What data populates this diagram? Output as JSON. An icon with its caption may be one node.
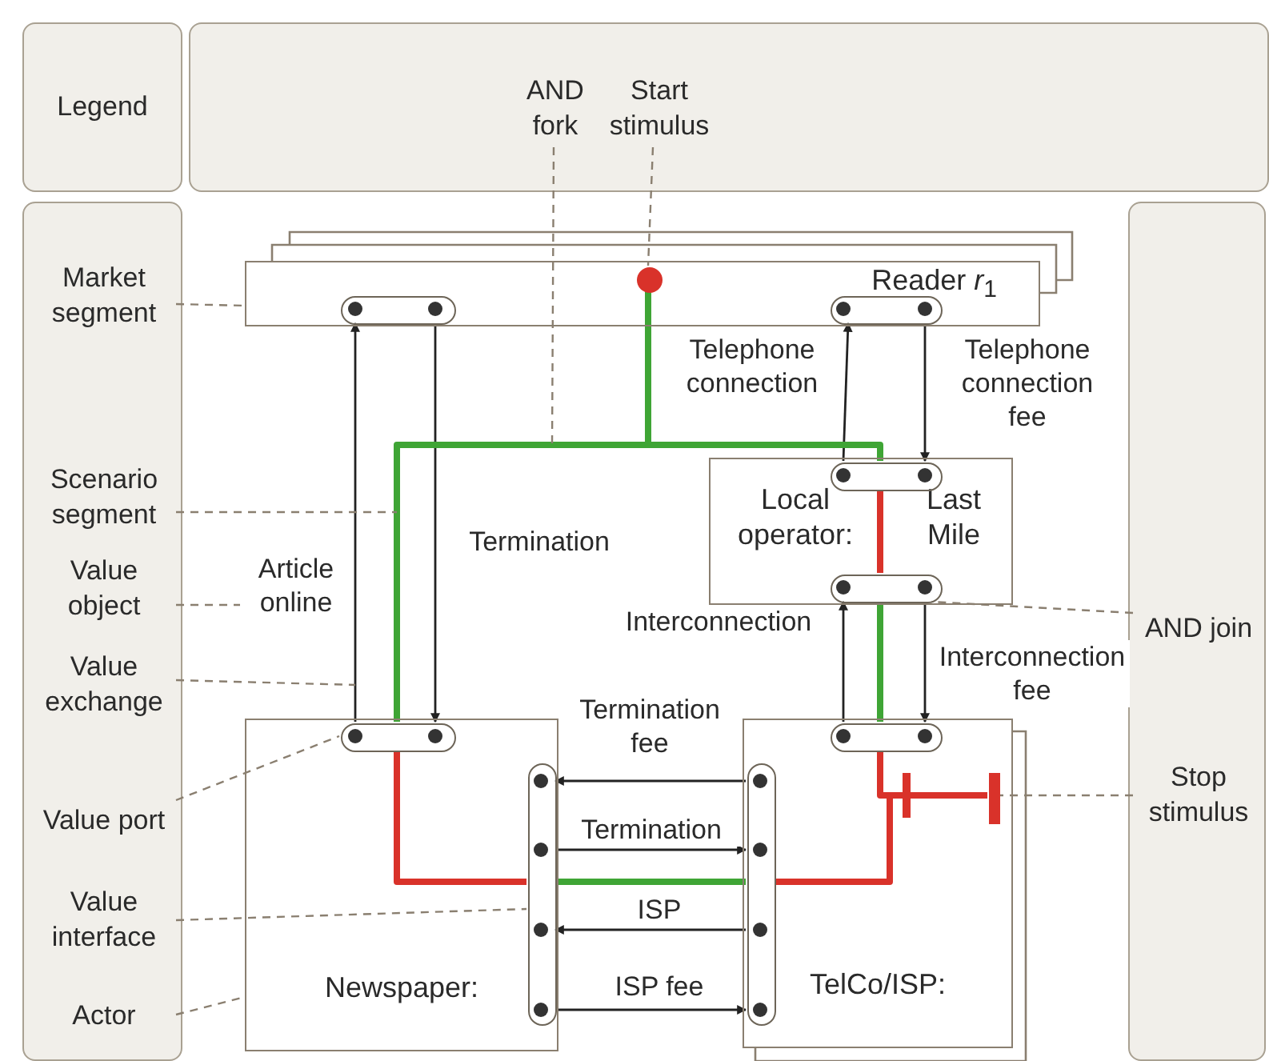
{
  "diagram": {
    "nodes": [
      {
        "text": [
          "Legend"
        ]
      },
      {
        "text": [],
        "shape": "box"
      },
      {
        "text": [
          "AND fork"
        ],
        "in": 1
      },
      {
        "text": [
          "Start stimulus"
        ],
        "in": 1
      },
      {
        "text": [],
        "shape": "box"
      },
      {
        "text": [
          "Market segment"
        ],
        "in": 4
      },
      {
        "text": [
          "Scenario segment"
        ],
        "in": 4
      },
      {
        "text": [
          "Value object"
        ],
        "in": 4
      },
      {
        "text": [
          "Value exchange"
        ],
        "in": 4
      },
      {
        "text": [
          "Value port"
        ],
        "in": 4
      },
      {
        "text": [
          "Value interface"
        ],
        "in": 4
      },
      {
        "text": [
          "Actor"
        ],
        "in": 4
      },
      {
        "text": [
          "Reader *r*$_{1}$"
        ]
      },
      {
        "text": [],
        "shape": "oval",
        "in": 12
      },
      {
        "text": [],
        "shape": "oval",
        "in": 12
      },
      {
        "text": [],
        "shape": "circle",
        "in": 12
      },
      {
        "text": [
          "Local operator:",
          "Last Mile"
        ]
      },
      {
        "text": [],
        "shape": "oval",
        "in": 16
      },
      {
        "text": [],
        "shape": "oval",
        "in": 16
      },
      {
        "text": [],
        "shape": "box"
      },
      {
        "text": [
          "AND join"
        ],
        "in": 19
      },
      {
        "text": [
          "Stop stimulus"
        ],
        "in": 19
      },
      {
        "text": [
          "Newspaper:"
        ]
      },
      {
        "text": [],
        "shape": "oval",
        "in": 22
      },
      {
        "text": [],
        "shape": "oval",
        "in": 22
      },
      {
        "text": [
          "TelCo/ISP:"
        ]
      },
      {
        "text": [],
        "shape": "oval",
        "in": 25
      },
      {
        "text": [],
        "shape": "oval",
        "in": 25
      },
      {
        "text": [],
        "shape": "bar",
        "in": 25
      }
    ],
    "edges": [
      {
        "from": 23,
        "to": 13,
        "arrow": "to",
        "label": "Article online",
        "color": "#222222"
      },
      {
        "from": 13,
        "to": 23,
        "arrow": "to",
        "label": "Termination",
        "color": "#222222"
      },
      {
        "from": 17,
        "to": 14,
        "arrow": "to",
        "label": "Telephone connection",
        "color": "#222222"
      },
      {
        "from": 14,
        "to": 17,
        "arrow": "to",
        "label": "Telephone connection fee",
        "color": "#222222"
      },
      {
        "from": 26,
        "to": 18,
        "arrow": "to",
        "label": "Interconnection",
        "color": "#222222"
      },
      {
        "from": 18,
        "to": 26,
        "arrow": "to",
        "label": "Interconnection fee",
        "color": "#222222"
      },
      {
        "from": 27,
        "to": 24,
        "arrow": "to",
        "label": "Termination fee",
        "color": "#222222"
      },
      {
        "from": 24,
        "to": 27,
        "arrow": "to",
        "label": "Termination",
        "color": "#222222"
      },
      {
        "from": 27,
        "to": 24,
        "arrow": "to",
        "label": "ISP",
        "color": "#222222"
      },
      {
        "from": 24,
        "to": 27,
        "arrow": "to",
        "label": "ISP fee",
        "color": "#222222"
      },
      {
        "from": 15,
        "to": 23,
        "arrow": "none",
        "style": "thick",
        "color": "#3fa535"
      },
      {
        "from": 15,
        "to": 17,
        "arrow": "none",
        "style": "thick",
        "color": "#3fa535"
      },
      {
        "from": 23,
        "to": 24,
        "arrow": "none",
        "style": "thick",
        "color": "#d9322a"
      },
      {
        "from": 17,
        "to": 18,
        "arrow": "none",
        "style": "thick",
        "color": "#d9322a"
      },
      {
        "from": 18,
        "to": 26,
        "arrow": "none",
        "style": "thick",
        "color": "#3fa535"
      },
      {
        "from": 24,
        "to": 27,
        "arrow": "none",
        "style": "thick",
        "color": "#3fa535"
      },
      {
        "from": 26,
        "to": 28,
        "arrow": "none",
        "style": "thick",
        "color": "#d9322a"
      },
      {
        "from": 27,
        "to": 28,
        "arrow": "none",
        "style": "thick",
        "color": "#d9322a"
      },
      {
        "from": 5,
        "to": 12,
        "arrow": "none",
        "style": "dashed",
        "color": "#8a7f70"
      },
      {
        "from": 6,
        "to": null,
        "arrow": "none",
        "style": "dashed",
        "color": "#8a7f70"
      },
      {
        "from": 7,
        "to": null,
        "arrow": "none",
        "style": "dashed",
        "color": "#8a7f70"
      },
      {
        "from": 8,
        "to": null,
        "arrow": "none",
        "style": "dashed",
        "color": "#8a7f70"
      },
      {
        "from": 9,
        "to": 23,
        "arrow": "none",
        "style": "dashed",
        "color": "#8a7f70"
      },
      {
        "from": 10,
        "to": 24,
        "arrow": "none",
        "style": "dashed",
        "color": "#8a7f70"
      },
      {
        "from": 11,
        "to": 22,
        "arrow": "none",
        "style": "dashed",
        "color": "#8a7f70"
      },
      {
        "from": 2,
        "to": null,
        "arrow": "none",
        "style": "dashed",
        "color": "#8a7f70"
      },
      {
        "from": 3,
        "to": 15,
        "arrow": "none",
        "style": "dashed",
        "color": "#8a7f70"
      },
      {
        "from": 20,
        "to": 18,
        "arrow": "none",
        "style": "dashed",
        "color": "#8a7f70"
      },
      {
        "from": 21,
        "to": 28,
        "arrow": "none",
        "style": "dashed",
        "color": "#8a7f70"
      }
    ]
  }
}
